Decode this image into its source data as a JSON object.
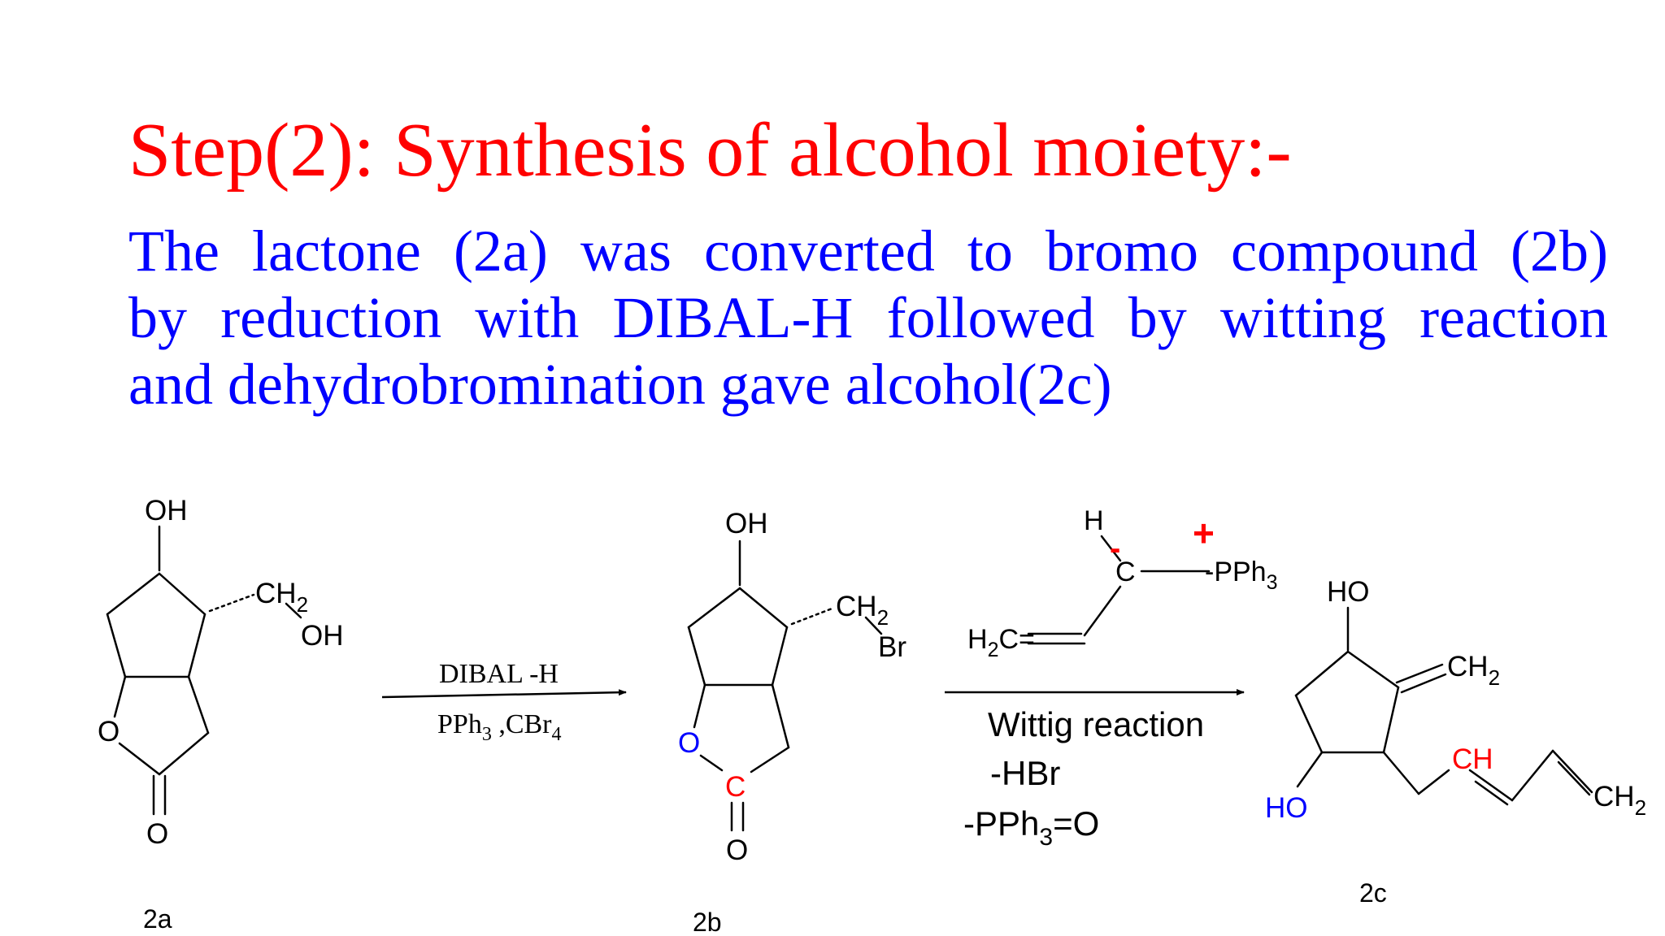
{
  "title": "Step(2):  Synthesis of alcohol moiety:-",
  "paragraph": {
    "line1": "The lactone (2a) was converted to bromo compound (2b)",
    "line2": "by reduction with DIBAL-H followed by witting reaction",
    "line3": "and dehydrobromination gave alcohol(2c)"
  },
  "colors": {
    "title": "#ff0000",
    "body": "#0000ff",
    "highlight": "#ff0000",
    "hetero": "#0000ff",
    "bond": "#000000"
  },
  "compound_2a": {
    "label": "2a",
    "oh_top": "OH",
    "ch2": "CH",
    "sub2": "2",
    "oh_side": "OH",
    "ring_o": "O",
    "carbonyl_o": "O"
  },
  "arrow1": {
    "reagent_top": "DIBAL -H",
    "reagent_bottom_a": "PPh",
    "sub3": "3",
    "reagent_bottom_b": " ,CBr",
    "sub4": "4"
  },
  "compound_2b": {
    "label": "2b",
    "oh_top": "OH",
    "ch2": "CH",
    "sub2": "2",
    "br": "Br",
    "ring_o": "O",
    "c": "C",
    "carbonyl_o": "O"
  },
  "ylide": {
    "h": "H",
    "minus": "-",
    "c": "C",
    "plus": "+",
    "pph3": "-PPh",
    "sub3": "3",
    "h2c_a": "H",
    "sub2": "2",
    "h2c_b": "C="
  },
  "arrow2": {
    "line1": "Wittig reaction",
    "line2": "-HBr",
    "line3_a": "-PPh",
    "sub3": "3",
    "line3_b": "=O"
  },
  "compound_2c": {
    "label": "2c",
    "ho_top": "HO",
    "ch2_top": "CH",
    "sub2": "2",
    "ho_bottom": "HO",
    "ch": "CH",
    "ch2_end": "CH"
  }
}
